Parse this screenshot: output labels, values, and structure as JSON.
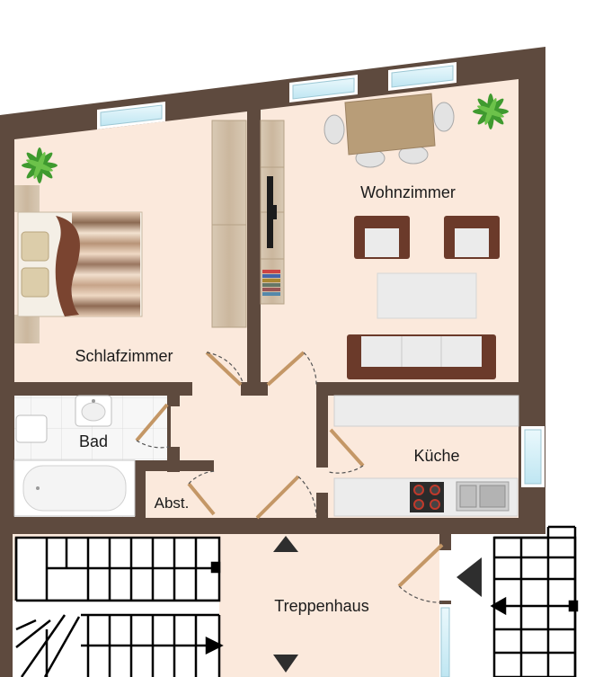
{
  "rooms": {
    "wohnzimmer": "Wohnzimmer",
    "schlafzimmer": "Schlafzimmer",
    "bad": "Bad",
    "kueche": "Küche",
    "abstellraum": "Abst.",
    "treppenhaus": "Treppenhaus"
  },
  "colors": {
    "wall": "#5e4a3e",
    "floor": "#fbe9dc",
    "window_glass": "#d2eef6",
    "door": "#c49766",
    "sofa_frame": "#6b3a2a",
    "cushion": "#e9e9e9",
    "wood": "#c9b8a2",
    "plant": "#3f9a2f",
    "tile": "#f6f6f6"
  },
  "icons": {
    "plant": "plant-icon",
    "tv": "tv-icon",
    "bed": "bed-icon",
    "stove": "stove-icon",
    "sink": "sink-icon",
    "toilet": "toilet-icon",
    "bathtub": "bathtub-icon",
    "arrow_up": "arrow-up-icon",
    "arrow_down": "arrow-down-icon",
    "arrow_left": "arrow-left-icon"
  }
}
